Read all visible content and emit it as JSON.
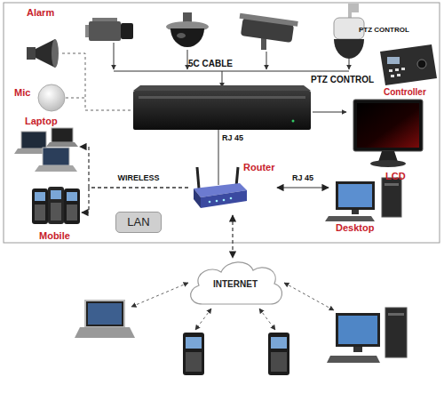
{
  "diagram": {
    "nodes": [
      {
        "text": [
          "Alarm"
        ]
      },
      {
        "text": [
          "PTZ CONTROL",
          "Controller"
        ]
      },
      {
        "text": [
          "Mic"
        ]
      },
      {
        "text": [
          "Laptop"
        ]
      },
      {
        "text": [
          "LCD"
        ]
      },
      {
        "text": [
          "Router"
        ]
      },
      {
        "text": [
          "Desktop"
        ]
      },
      {
        "text": [
          "Mobile"
        ]
      },
      {
        "text": [
          "LAN"
        ]
      },
      {
        "text": [
          "INTERNET"
        ]
      }
    ],
    "edges": [
      {
        "from": 5,
        "to": 3,
        "arrow": "to",
        "label": "WIRELESS"
      },
      {
        "from": 5,
        "to": 7,
        "arrow": "to"
      },
      {
        "from": 5,
        "to": 6,
        "arrow": "both",
        "label": "RJ 45"
      },
      {
        "from": 5,
        "to": 9,
        "arrow": "both"
      }
    ],
    "labels": [
      "5C CABLE",
      "PTZ CONTROL",
      "RJ 45"
    ]
  }
}
